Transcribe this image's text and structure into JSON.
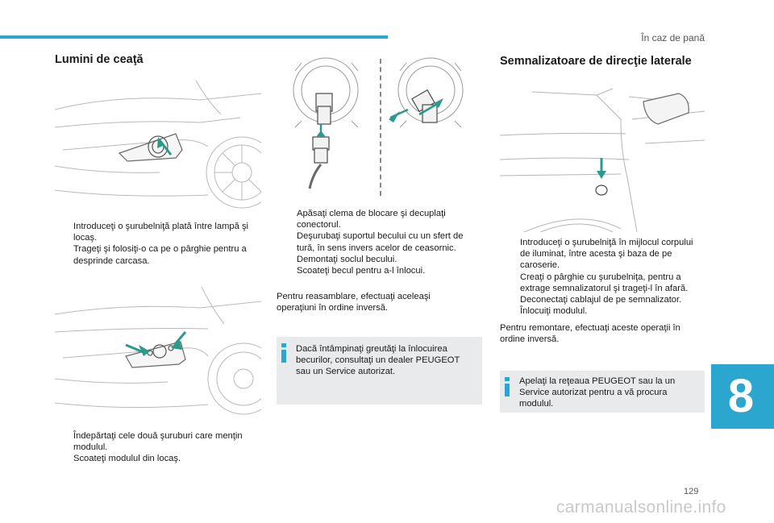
{
  "header": {
    "section_title": "În caz de pană"
  },
  "col1": {
    "title": "Lumini de ceaţă",
    "steps_a": [
      "Introduceţi o şurubelniţă plată între lampă şi locaş.",
      "Trageţi şi folosiţi-o ca pe o pârghie pentru a desprinde carcasa."
    ],
    "steps_b": [
      "Îndepărtaţi cele două şuruburi care menţin modulul.",
      "Scoateţi modulul din locaş."
    ]
  },
  "col2": {
    "steps": [
      "Apăsaţi clema de blocare şi decuplaţi conectorul.",
      "Deşurubaţi suportul becului cu un sfert de tură, în sens invers acelor de ceasornic.",
      "Demontaţi soclul becului.",
      "Scoateţi becul pentru a-l înlocui."
    ],
    "reassembly": "Pentru reasamblare, efectuaţi aceleaşi operaţiuni în ordine inversă.",
    "info": "Dacă întâmpinaţi greutăţi la înlocuirea becurilor, consultaţi un dealer PEUGEOT sau un Service autorizat."
  },
  "col3": {
    "title": "Semnalizatoare de direcţie laterale",
    "steps": [
      "Introduceţi o şurubelniţă în mijlocul corpului de iluminat, între acesta şi baza de pe caroserie.",
      "Creaţi o pârghie cu şurubelniţa, pentru a extrage semnalizatorul şi trageţi-l în afară.",
      "Deconectaţi cablajul de pe semnalizator.",
      "Înlocuiţi modulul."
    ],
    "remount": "Pentru remontare, efectuaţi aceste operaţii în ordine inversă.",
    "info": "Apelaţi la reţeaua PEUGEOT sau la un Service autorizat pentru a vă procura modulul."
  },
  "chapter_number": "8",
  "page_number": "129",
  "watermark": "carmanualsonline.info",
  "bullet_symbol": "",
  "accent_color": "#2ba6cf"
}
